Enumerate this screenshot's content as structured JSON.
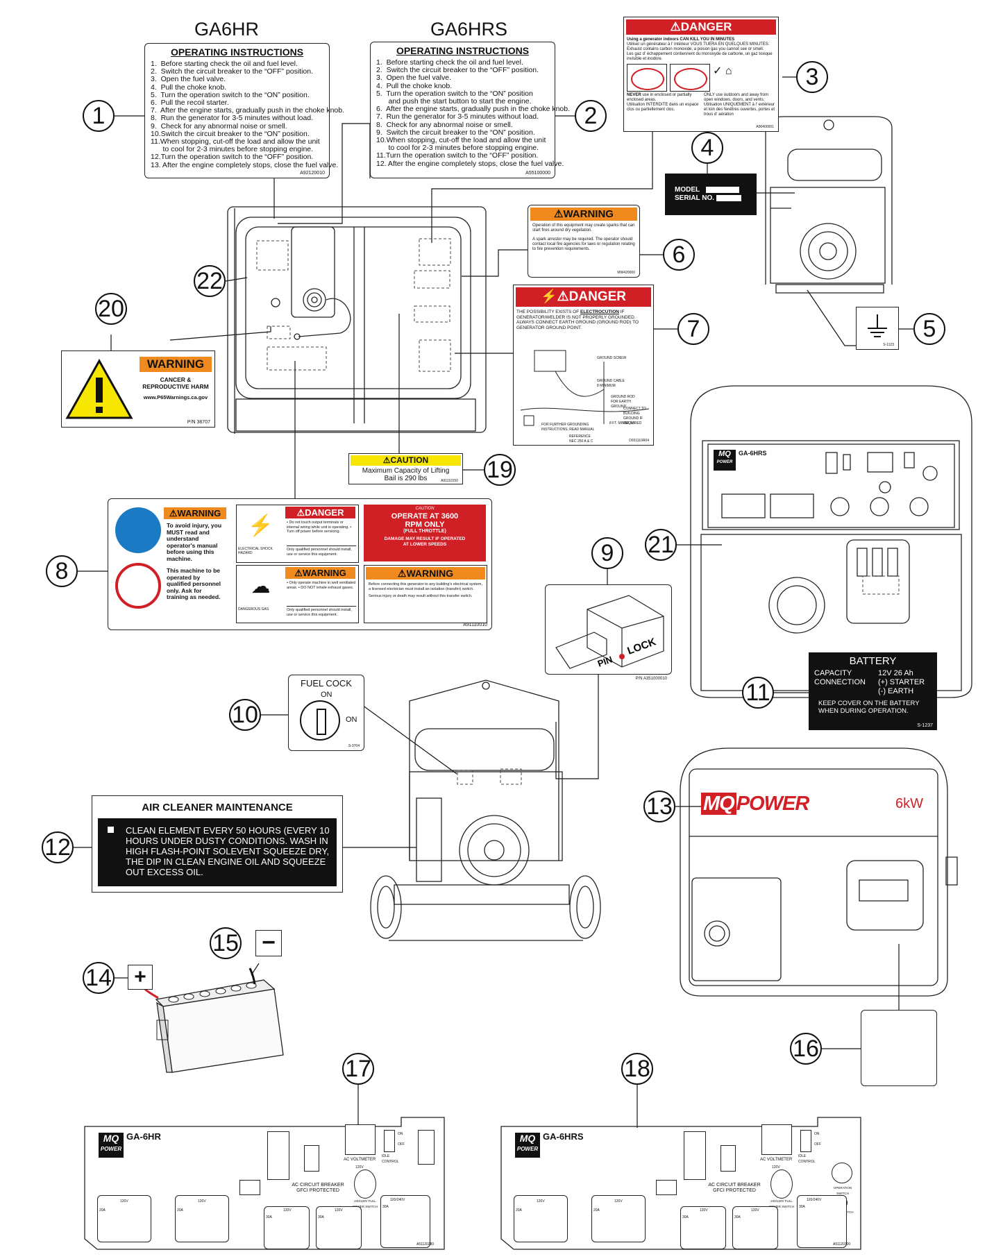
{
  "titles": {
    "ga6hr": "GA6HR",
    "ga6hrs": "GA6HRS"
  },
  "callouts": [
    "1",
    "2",
    "3",
    "4",
    "5",
    "6",
    "7",
    "8",
    "9",
    "10",
    "11",
    "12",
    "13",
    "14",
    "15",
    "16",
    "17",
    "18",
    "19",
    "20",
    "21",
    "22"
  ],
  "label1": {
    "title": "OPERATING INSTRUCTIONS",
    "items": [
      "1.  Before starting check the oil and fuel level.",
      "2.  Switch the circuit breaker to the “OFF” position.",
      "3.  Open the fuel valve.",
      "4.  Pull the choke knob.",
      "5.  Turn the operation switch to the “ON” position.",
      "6.  Pull the recoil starter.",
      "7.  After the engine starts, gradually push in the choke knob.",
      "8.  Run the generator for 3-5 minutes without load.",
      "9.  Check for any abnormal noise or smell.",
      "10.Switch the circuit breaker to the “ON” position.",
      "11.When stopping, cut-off the load and allow the unit",
      "      to cool for 2-3 minutes before stopping engine.",
      "12.Turn the operation switch to the “OFF” position.",
      "13. After the engine completely stops, close the fuel valve."
    ],
    "pn": "A92120010"
  },
  "label2": {
    "title": "OPERATING INSTRUCTIONS",
    "items": [
      "1.  Before starting check the oil and fuel level.",
      "2.  Switch the circuit breaker to the “OFF” position.",
      "3.  Open the fuel valve.",
      "4.  Pull the choke knob.",
      "5.  Turn the operation switch to the “ON” position",
      "      and push the start button to start the engine.",
      "6.  After the engine starts, gradually push in the choke knob.",
      "7.  Run the generator for 3-5 minutes without load.",
      "8.  Check for any abnormal noise or smell.",
      "9.  Switch the circuit breaker to the “ON” position.",
      "10.When stopping, cut-off the load and allow the unit",
      "      to cool for 2-3 minutes before stopping engine.",
      "11.Turn the operation switch to the “OFF” position.",
      "12. After the engine completely stops, close the fuel valve."
    ],
    "pn": "A55100000"
  },
  "label3": {
    "header": "DANGER",
    "line1a": "Using a generator indoors ",
    "line1b": "CAN KILL YOU IN MINUTES",
    "line2": "Utiliser un générateur à l' intérieur VOUS TUERA EN QUELQUES MINUTES.",
    "line3": "Exhaust contains carbon monoxide, a poison gas you cannot see or smell.",
    "line4": "Les gaz d' échappement contiennent du monoxyde de carbone, un gaz toxique invisible et inodore.",
    "never_a": "NEVER",
    "never_b": " use in enclosed or partially enclosed areas.",
    "never_fr": "Utilisation INTERDITE dans un espace clos ou partiellement clos.",
    "only": "ONLY use outdoors and away from open windows, doors, and vents.",
    "only_fr": "Utilisation UNIQUEMENT à l' extérieur et loin des fenêtres ouvertes, portes et trous d' aération",
    "pn": "A90400001"
  },
  "label4": {
    "model": "MODEL",
    "serial": "SERIAL NO."
  },
  "label5": {
    "pn": "S-1123"
  },
  "label6": {
    "header": "WARNING",
    "p1": "Operation of this equipment may create sparks that can start fires around dry vegetation.",
    "p2": "A spark arrestor may be required. The operator should contact local fire agencies for laws or regulation relating to fire prevention requirements.",
    "pn": "MW420000"
  },
  "label7": {
    "header": "DANGER",
    "text_a": "THE POSSIBILITY EXISTS OF ",
    "text_b": "ELECTROCUTION",
    "text_c": " IF GENERATOR/WELDER IS NOT PROPERLY GROUNDED. ALWAYS CONNECT EARTH GROUND (GROUND ROD) TO GENERATOR GROUND POINT.",
    "ground_screw": "GROUND SCREW",
    "ground_cable": "GROUND CABLE 8 MINIMUM",
    "ground_rod": "GROUND ROD FOR EARTH GROUND",
    "connect": "CONNECT TO BUILDING GROUND IF REQUIRED",
    "manual": "FOR FURTHER GROUNDING INSTRUCTIONS, READ MANUAL",
    "ref": "REFERENCE NEC 250 A & C",
    "ft": "8 FT. MINIMUM",
    "pn": "D931110R04"
  },
  "label8": {
    "w1_header": "WARNING",
    "w1_text1": "To avoid injury, you MUST read and understand operator's manual before using this machine.",
    "w1_text2": "This machine to be operated by qualified personnel only. Ask for training as needed.",
    "d_header": "DANGER",
    "d_text": "• Do not touch output terminals or internal wiring while unit is operating. • Turn off power before servicing.",
    "d_caption": "ELECTRICAL SHOCK HAZARD",
    "d_text2": "Only qualified personnel should install, use or service this equipment.",
    "c_title": "CAUTION",
    "c_text1": "OPERATE AT 3600 RPM ONLY",
    "c_text2": "(FULL THROTTLE)",
    "c_text3": "DAMAGE MAY RESULT IF OPERATED AT LOWER SPEEDS",
    "w2_header": "WARNING",
    "w2_text": "• Only operate machine in well ventilated areas. • DO NOT inhale exhaust gases.",
    "w2_caption": "DANGEROUS GAS",
    "w2_text2": "Only qualified personnel should install, use or service this equipment.",
    "w3_header": "WARNING",
    "w3_text1": "Before connecting this generator to any building's electrical system, a licensed electrician must install an isolation (transfer) switch.",
    "w3_text2": "Serious injury or death may result without this transfer switch.",
    "pn": "A91110010"
  },
  "label9": {
    "pin": "PIN",
    "lock": "LOCK",
    "pn": "P/N A351000010"
  },
  "label10": {
    "title": "FUEL COCK",
    "on1": "ON",
    "on2": "ON",
    "pn": "S-3704"
  },
  "label11": {
    "title": "BATTERY",
    "cap_a": "CAPACITY",
    "cap_b": "CONNECTION",
    "val1": "12V 26 Ah",
    "val2": "(+) STARTER",
    "val3": "(-)  EARTH",
    "keep": "KEEP COVER ON THE BATTERY WHEN DURING OPERATION.",
    "pn": "S-1237"
  },
  "label12": {
    "title": "AIR CLEANER MAINTENANCE",
    "text": "CLEAN ELEMENT EVERY 50 HOURS (EVERY 10 HOURS UNDER DUSTY CONDITIONS. WASH IN HIGH FLASH-POINT SOLEVENT SQUEEZE DRY, THE DIP IN CLEAN ENGINE OIL AND SQUEEZE OUT EXCESS OIL."
  },
  "label13": {
    "brand": "POWER",
    "mq": "MQ",
    "kw": "6kW"
  },
  "label19": {
    "header": "CAUTION",
    "text": "Maximum Capacity of Lifting Bail is 290 lbs",
    "pn": "A91110150"
  },
  "label20": {
    "header": "WARNING",
    "text": "CANCER & REPRODUCTIVE HARM",
    "url": "www.P65Warnings.ca.gov",
    "pn": "P/N 38707"
  },
  "panel21": {
    "model": "GA-6HRS",
    "mq": "MQ",
    "power": "POWER"
  },
  "panel17": {
    "model": "GA-6HR",
    "mq": "MQ",
    "power": "POWER",
    "voltmeter": "AC VOLTMETER",
    "idle": "IDLE CONTROL",
    "breaker": "AC CIRCUIT BREAKER",
    "gfci": "GFCI PROTECTED",
    "v120": "120V",
    "a20": "20A",
    "v240": "120/240V",
    "a30": "30A",
    "full": "240/120V FULL POWER SWITCH",
    "on": "ON",
    "off": "OFF",
    "pn": "A51120280"
  },
  "panel18": {
    "model": "GA-6HRS",
    "mq": "MQ",
    "power": "POWER",
    "voltmeter": "AC VOLTMETER",
    "idle": "IDLE CONTROL",
    "breaker": "AC CIRCUIT BREAKER",
    "gfci": "GFCI PROTECTED",
    "v120": "120V",
    "a20": "20A",
    "v240": "120/240V",
    "a30": "30A",
    "full": "240/120V FULL POWER SWITCH",
    "on": "ON",
    "off": "OFF",
    "op_switch": "OPERATION SWITCH",
    "start": "START SWITCH",
    "pn": "A51120300"
  }
}
